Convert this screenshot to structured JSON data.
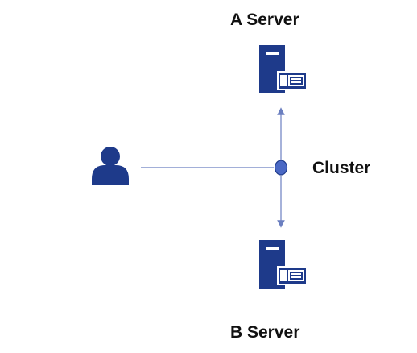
{
  "diagram": {
    "nodes": {
      "server_a": {
        "label": "A Server",
        "icon": "server-icon"
      },
      "server_b": {
        "label": "B Server",
        "icon": "server-icon"
      },
      "cluster": {
        "label": "Cluster",
        "icon": "cluster-node-dot"
      },
      "user": {
        "icon": "user-icon"
      }
    },
    "edges": [
      {
        "from": "user",
        "to": "cluster"
      },
      {
        "from": "cluster",
        "to": "server_a",
        "arrow": true
      },
      {
        "from": "cluster",
        "to": "server_b",
        "arrow": true
      }
    ],
    "colors": {
      "icon": "#1e3a8a",
      "line": "#6b7fc0",
      "node_fill": "#4a68c4",
      "node_stroke": "#1e3a8a",
      "text": "#111111"
    }
  }
}
